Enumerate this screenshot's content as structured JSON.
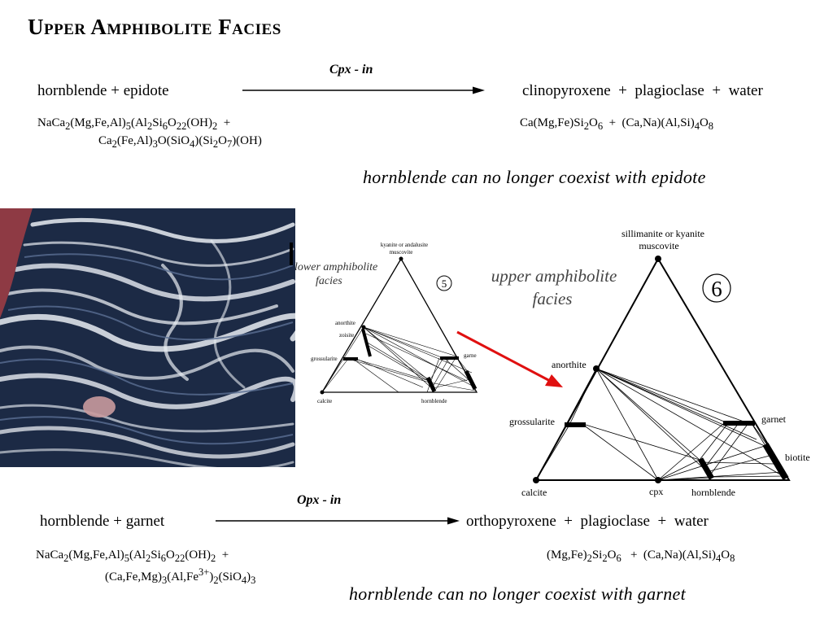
{
  "title": "Upper Amphibolite Facies",
  "reaction1": {
    "condition": "Cpx - in",
    "reactants": "hornblende + epidote",
    "products": "clinopyroxene  +  plagioclase  +  water",
    "reactant_formula_1": "NaCa2(Mg,Fe,Al)5(Al2Si6O22(OH)2  +",
    "reactant_formula_2": "Ca2(Fe,Al)3O(SiO4)(Si2O7)(OH)",
    "product_formula": "Ca(Mg,Fe)Si2O6  +  (Ca,Na)(Al,Si)4O8",
    "conclusion": "hornblende can no longer coexist with epidote"
  },
  "reaction2": {
    "condition": "Opx - in",
    "reactants": "hornblende + garnet",
    "products": "orthopyroxene  +  plagioclase  +  water",
    "reactant_formula_1": "NaCa2(Mg,Fe,Al)5(Al2Si6O22(OH)2  +",
    "reactant_formula_2": "(Ca,Fe,Mg)3(Al,Fe3+)2(SiO4)3",
    "product_formula": "(Mg,Fe)2Si2O6   +  (Ca,Na)(Al,Si)4O8",
    "conclusion": "hornblende can no longer coexist with garnet"
  },
  "small_diagram": {
    "facies_label_1": "lower amphibolite",
    "facies_label_2": "facies",
    "number": "5",
    "apex_label_1": "kyanite or andalusite",
    "apex_label_2": "muscovite",
    "anorthite": "anorthite",
    "zoisite": "zoisite",
    "grossularite": "grossularite",
    "garnet": "garne",
    "calcite": "calcite",
    "hornblende": "hornblende"
  },
  "large_diagram": {
    "facies_label_1": "upper amphibolite",
    "facies_label_2": "facies",
    "number": "6",
    "apex_label_1": "sillimanite or  kyanite",
    "apex_label_2": "muscovite",
    "anorthite": "anorthite",
    "grossularite": "grossularite",
    "garnet": "garnet",
    "biotite": "biotite",
    "calcite": "calcite",
    "cpx": "cpx",
    "hornblende": "hornblende"
  },
  "colors": {
    "arrow": "#e01010",
    "rock_bg": "#8e3a44",
    "rock_dark": "#1c2a45"
  },
  "icons": {
    "arrow": "red-arrow-icon",
    "rock": "gneiss-photo"
  }
}
